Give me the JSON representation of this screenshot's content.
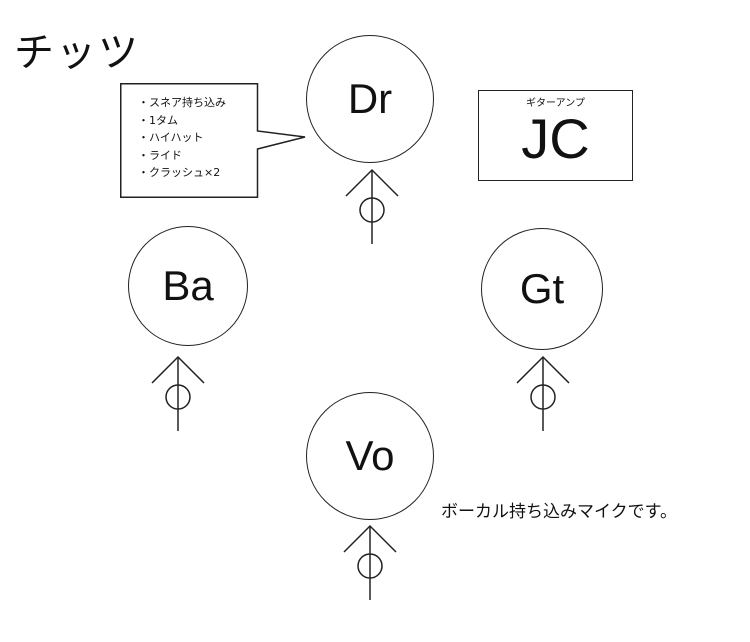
{
  "title": "チッツ",
  "stage": {
    "drums": {
      "label": "Dr"
    },
    "bass": {
      "label": "Ba"
    },
    "guitar": {
      "label": "Gt"
    },
    "vocal": {
      "label": "Vo"
    }
  },
  "drum_kit": {
    "items": [
      "・スネア持ち込み",
      "・1タム",
      "・ハイハット",
      "・ライド",
      "・クラッシュ×2"
    ]
  },
  "amp": {
    "caption": "ギターアンプ",
    "model": "JC"
  },
  "vocal_note": "ボーカル持ち込みマイクです。",
  "icons": {
    "microphone": "mic-stand-icon"
  }
}
